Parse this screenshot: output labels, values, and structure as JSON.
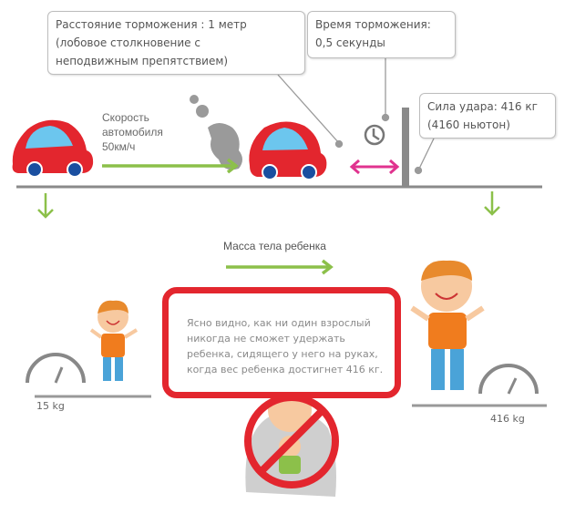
{
  "callouts": {
    "braking_distance": [
      "Расстояние торможения : 1 метр",
      "(лобовое столкновение с",
      "неподвижным препятствием)"
    ],
    "braking_time": [
      "Время торможения:",
      "0,5 секунды"
    ],
    "impact_force": [
      "Сила удара: 416 кг",
      "(4160 ньютон)"
    ]
  },
  "speed_label": [
    "Скорость",
    "автомобиля",
    "50км/ч"
  ],
  "mass_label": "Масса тела ребенка",
  "message": [
    "Ясно видно, как ни один взрослый",
    "никогда не сможет удержать",
    "ребенка, сидящего  у него на руках,",
    "когда вес ребенка  достигнет 416 кг."
  ],
  "child_small_weight": "15 kg",
  "child_big_weight": "416 kg",
  "colors": {
    "car": "#e3262e",
    "arrow": "#8cc04a",
    "pink": "#e0338f",
    "road": "#8a8a8a",
    "box_border": "#e3262e"
  }
}
